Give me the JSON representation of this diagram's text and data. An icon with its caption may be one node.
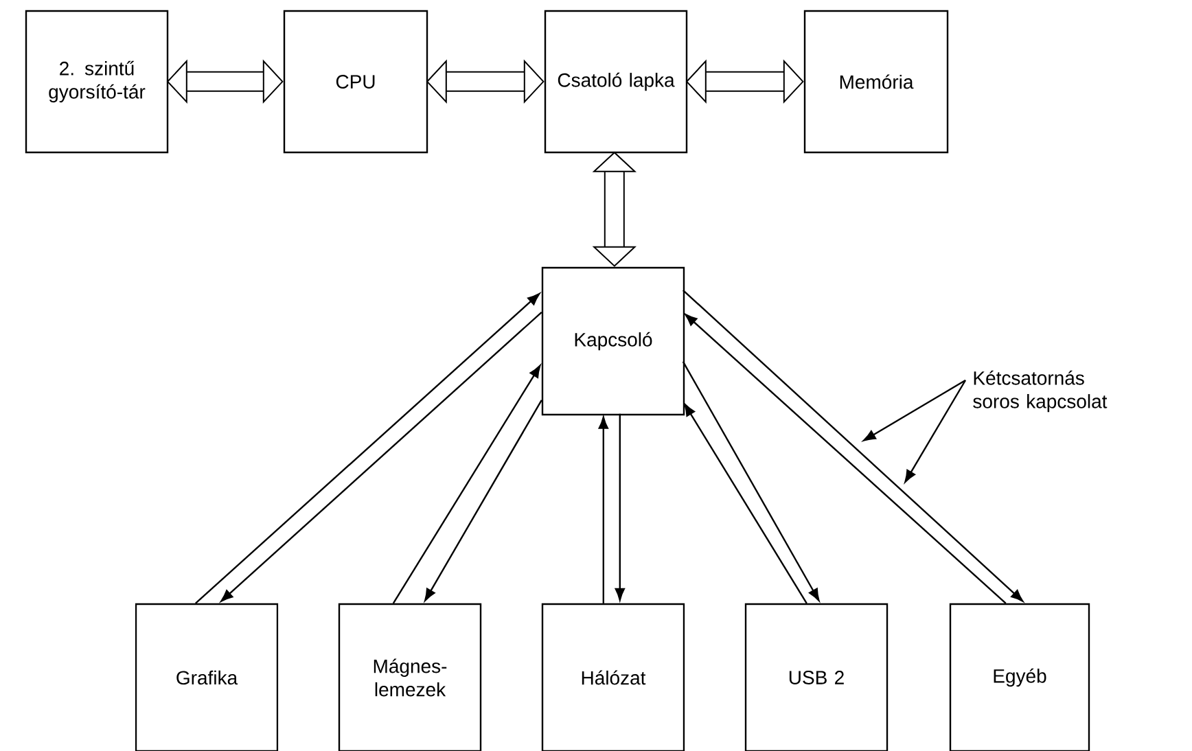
{
  "diagram": {
    "nodes": [
      {
        "text": [
          "2. szintű gyorsító-tár"
        ]
      },
      {
        "text": [
          "CPU"
        ]
      },
      {
        "text": [
          "Csatoló lapka"
        ]
      },
      {
        "text": [
          "Memória"
        ]
      },
      {
        "text": [
          "Kapcsoló"
        ]
      },
      {
        "text": [
          "Grafika"
        ]
      },
      {
        "text": [
          "Mágnes-lemezek"
        ]
      },
      {
        "text": [
          "Hálózat"
        ]
      },
      {
        "text": [
          "USB 2"
        ]
      },
      {
        "text": [
          "Egyéb"
        ]
      },
      {
        "text": [
          "Kétcsatornás soros kapcsolat"
        ]
      }
    ],
    "edges": [
      {
        "from": 0,
        "to": 1,
        "arrow": "both",
        "style": "thick"
      },
      {
        "from": 1,
        "to": 2,
        "arrow": "both",
        "style": "thick"
      },
      {
        "from": 2,
        "to": 3,
        "arrow": "both",
        "style": "thick"
      },
      {
        "from": 2,
        "to": 4,
        "arrow": "both",
        "style": "thick"
      },
      {
        "from": 5,
        "to": 4,
        "arrow": "to"
      },
      {
        "from": 4,
        "to": 5,
        "arrow": "to"
      },
      {
        "from": 6,
        "to": 4,
        "arrow": "to"
      },
      {
        "from": 4,
        "to": 6,
        "arrow": "to"
      },
      {
        "from": 7,
        "to": 4,
        "arrow": "to"
      },
      {
        "from": 4,
        "to": 7,
        "arrow": "to"
      },
      {
        "from": 8,
        "to": 4,
        "arrow": "to"
      },
      {
        "from": 4,
        "to": 8,
        "arrow": "to"
      },
      {
        "from": 9,
        "to": 4,
        "arrow": "to"
      },
      {
        "from": 4,
        "to": 9,
        "arrow": "to"
      },
      {
        "from": 10,
        "to": null,
        "arrow": "to"
      },
      {
        "from": 10,
        "to": null,
        "arrow": "to"
      }
    ]
  }
}
